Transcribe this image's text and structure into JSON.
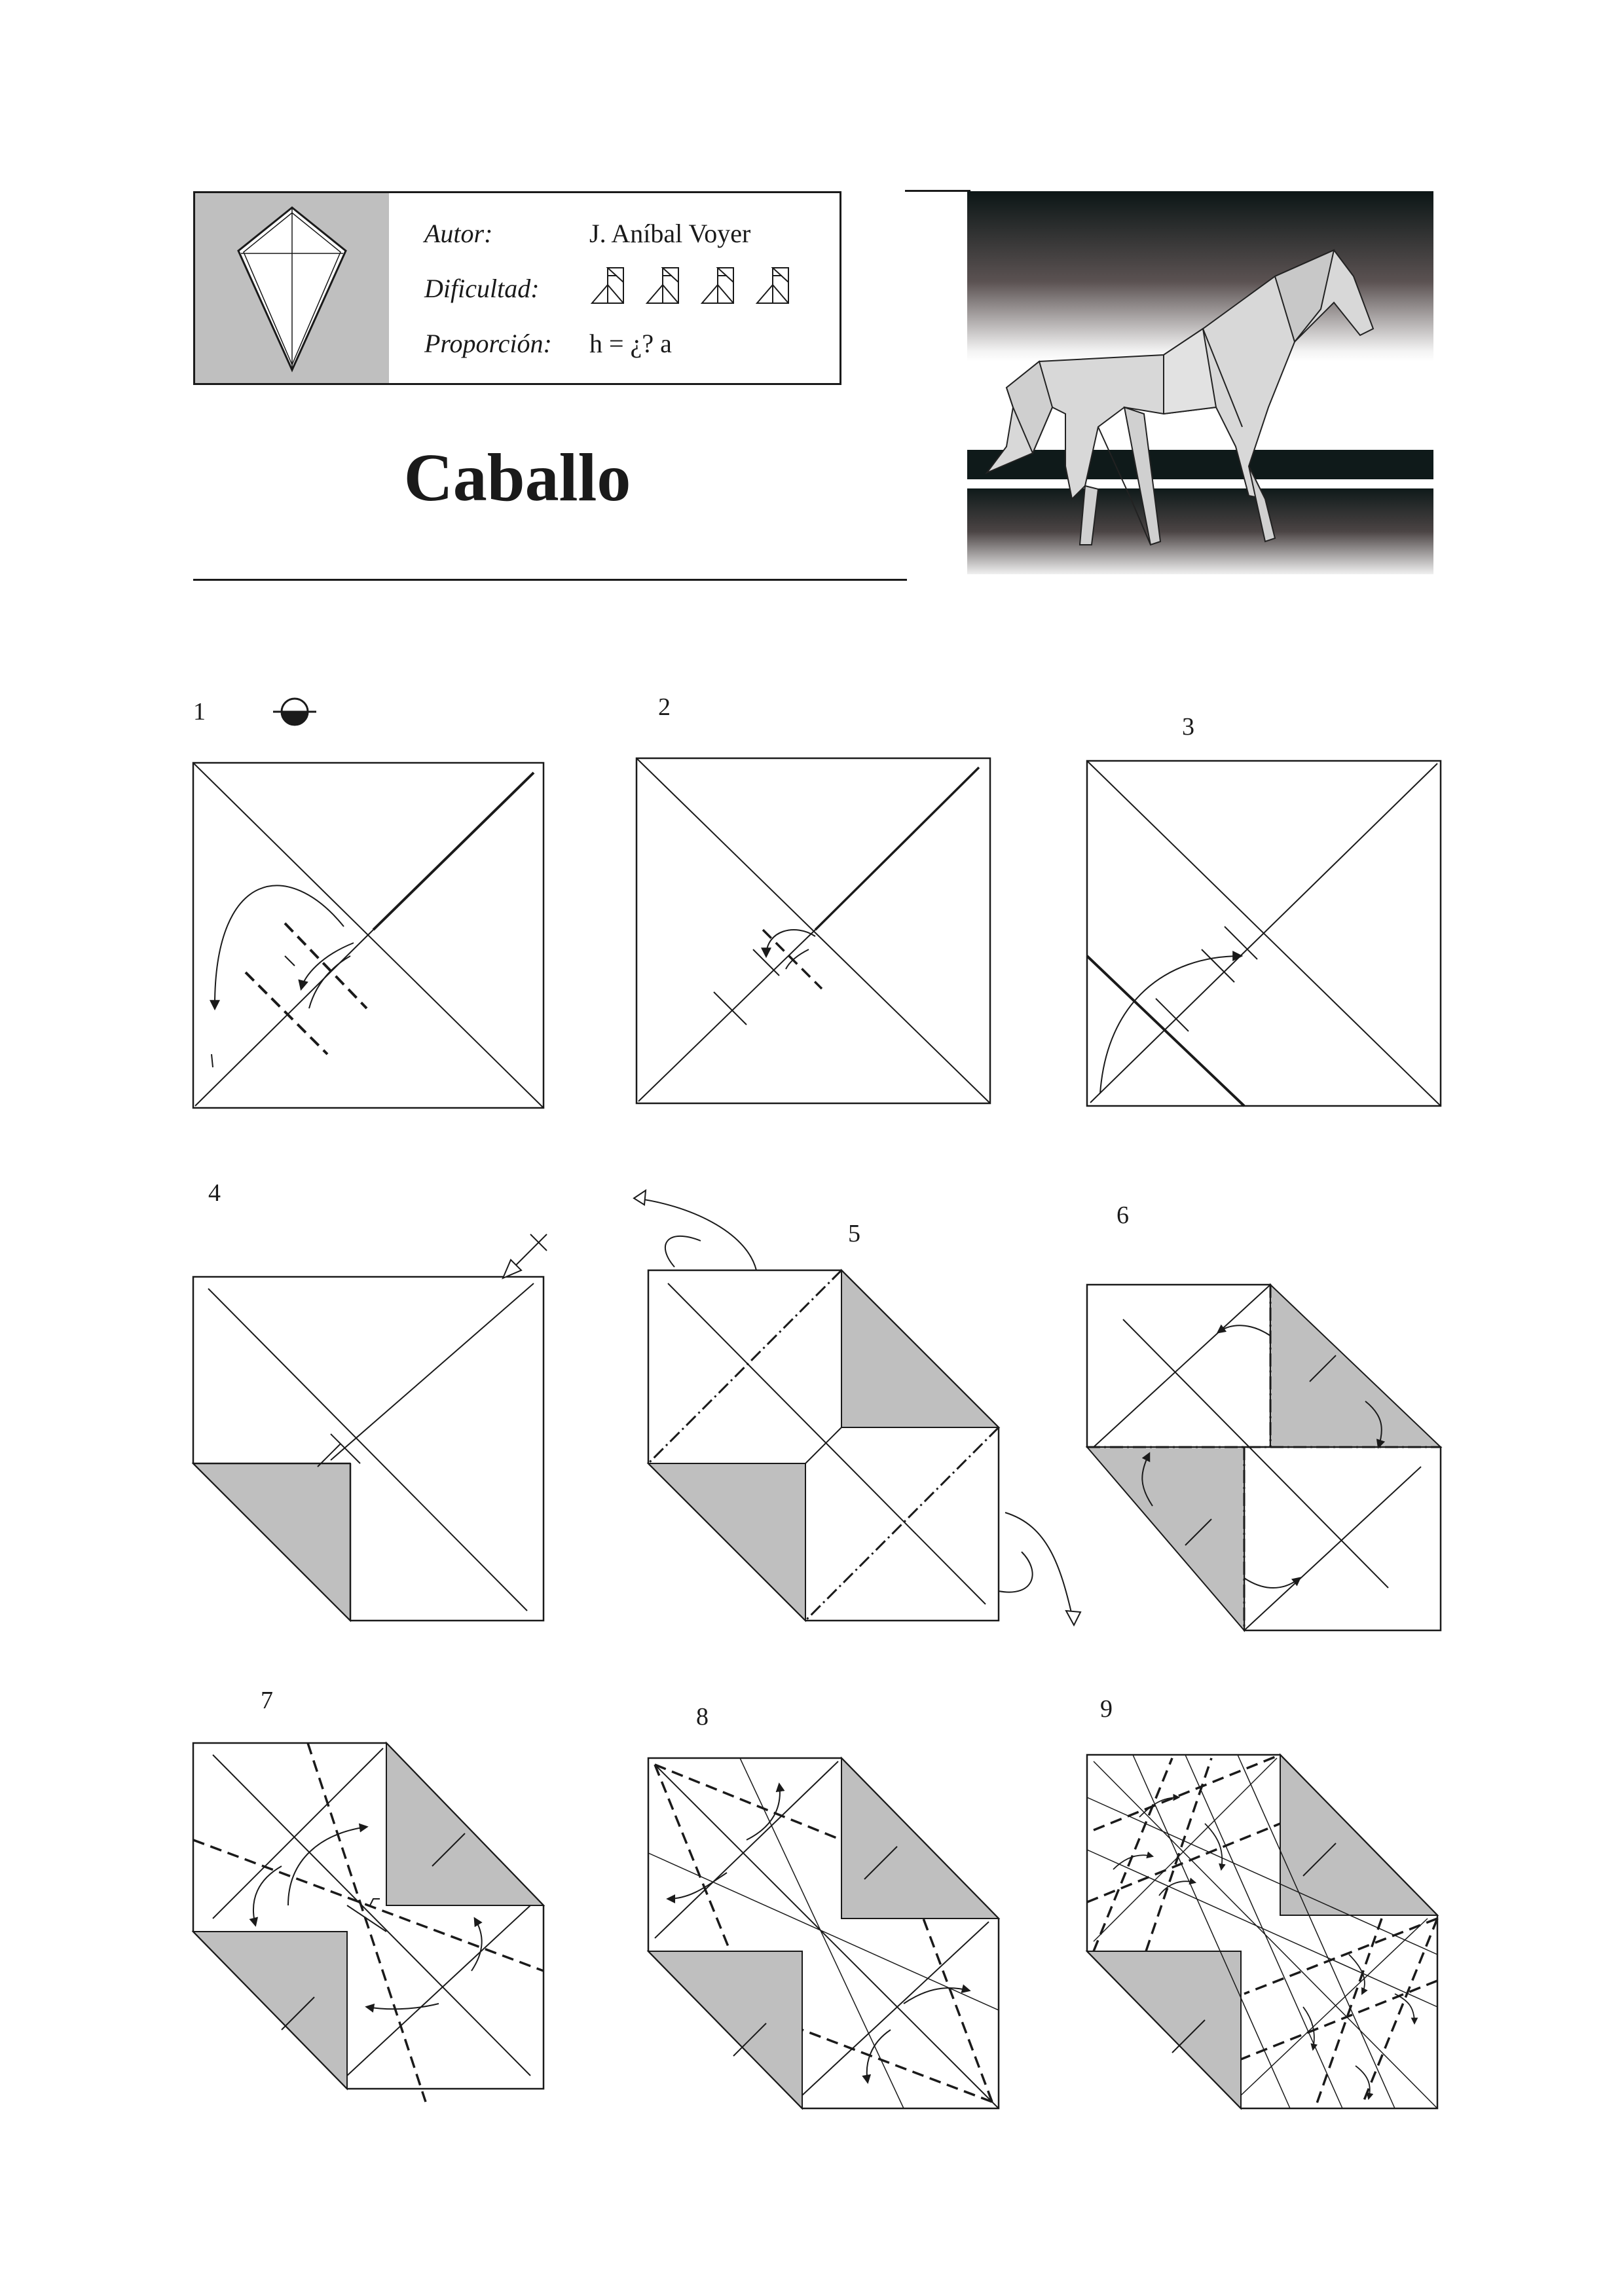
{
  "header": {
    "author_label": "Autor:",
    "author_value": "J. Aníbal Voyer",
    "difficulty_label": "Dificultad:",
    "difficulty_icon": "origami-bird-difficulty-icon",
    "difficulty_level": 4,
    "proportion_label": "Proporción:",
    "proportion_value": "h = ¿? a"
  },
  "title": "Caballo",
  "steps": [
    {
      "number": "1"
    },
    {
      "number": "2"
    },
    {
      "number": "3"
    },
    {
      "number": "4"
    },
    {
      "number": "5"
    },
    {
      "number": "6"
    },
    {
      "number": "7"
    },
    {
      "number": "8"
    },
    {
      "number": "9"
    }
  ],
  "colors": {
    "paper_gray": "#bfbfbf",
    "line": "#1a1a1a"
  }
}
